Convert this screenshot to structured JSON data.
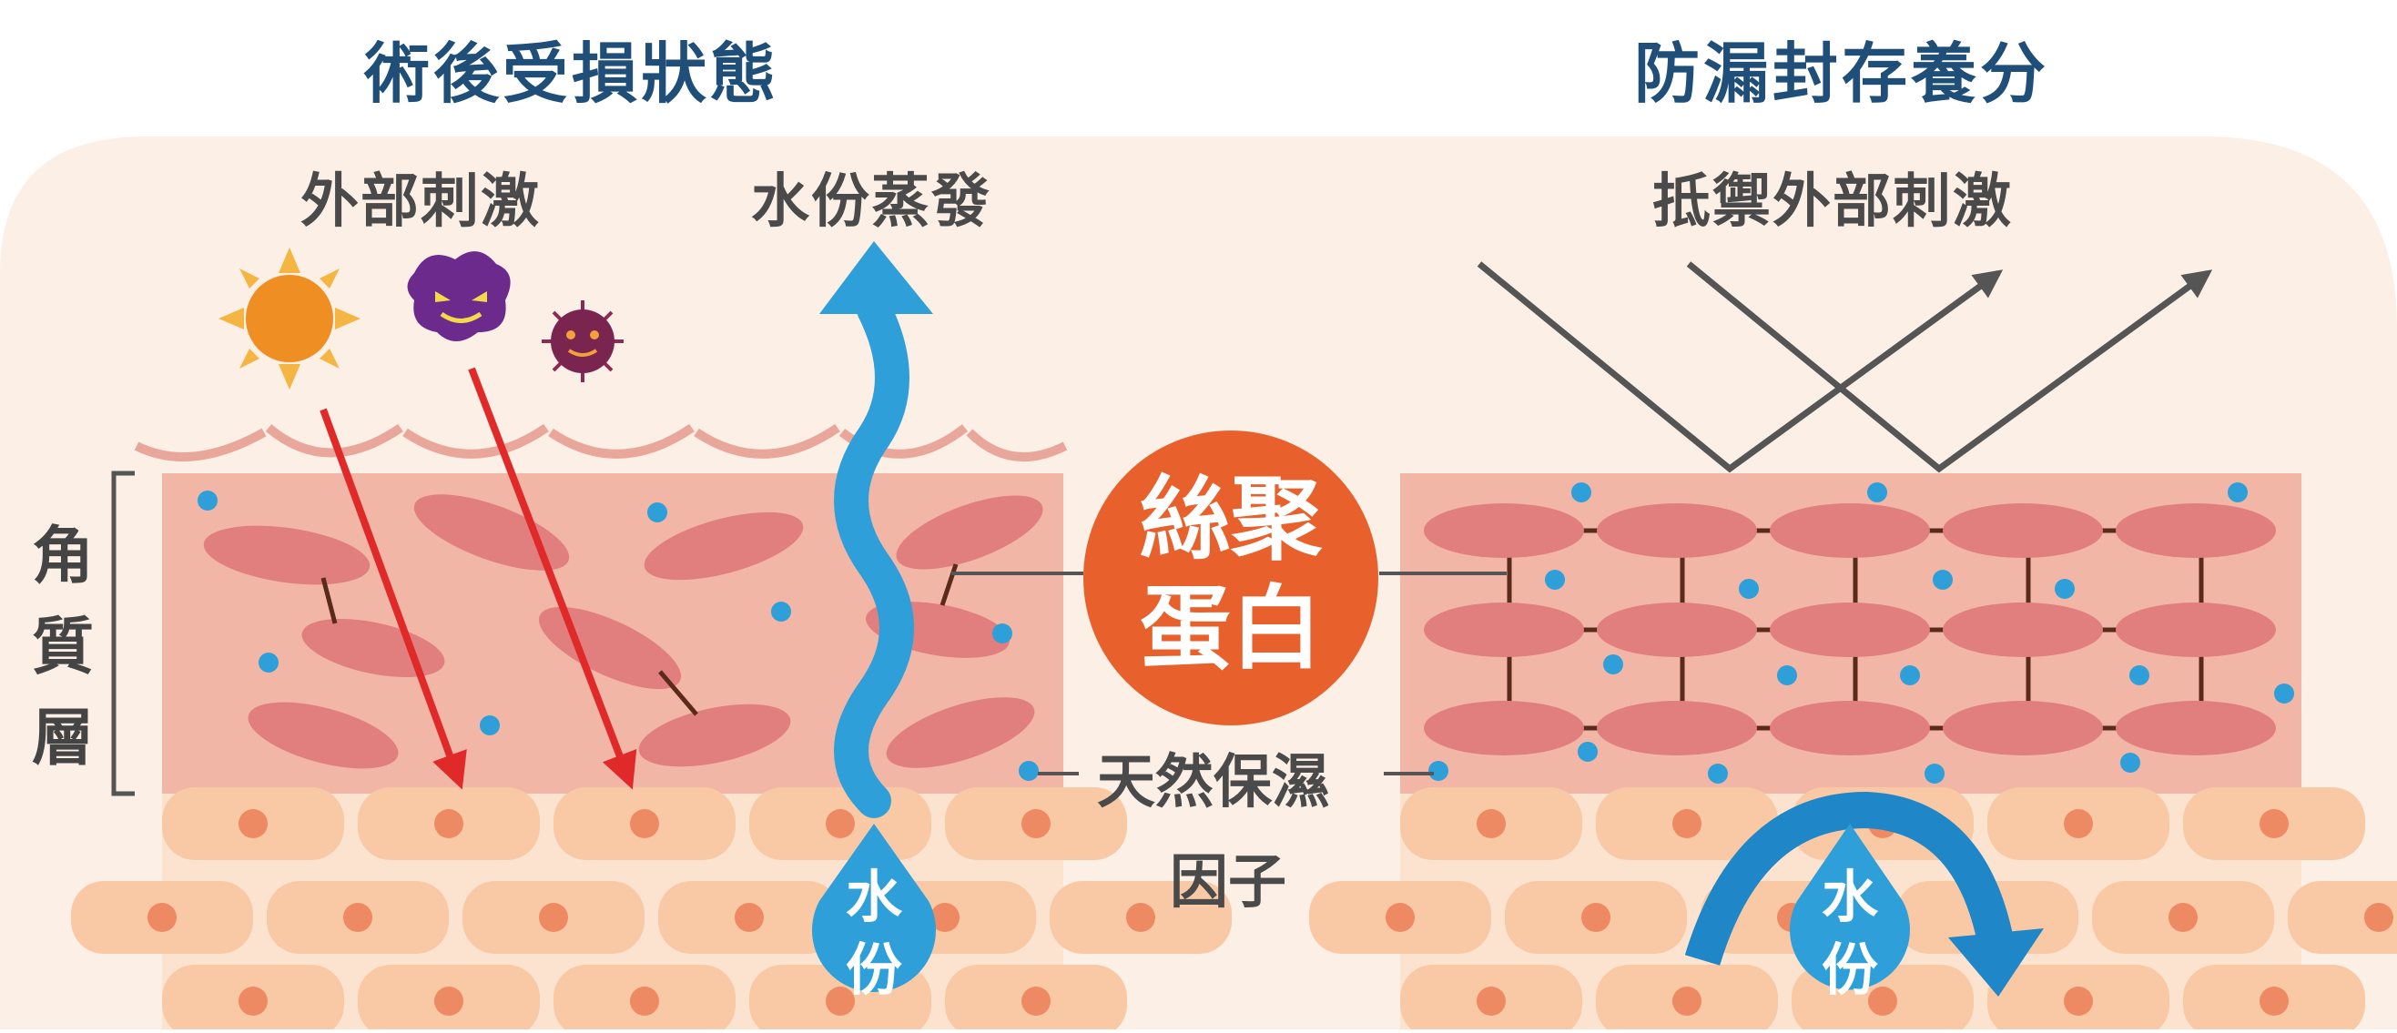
{
  "left_title": "術後受損狀態",
  "right_title": "防漏封存養分",
  "labels": {
    "external_stimuli": "外部刺激",
    "water_evaporation": "水份蒸發",
    "resist_external_stimuli": "抵禦外部刺激",
    "stratum_corneum": [
      "角",
      "質",
      "層"
    ],
    "silk_protein": [
      "絲聚",
      "蛋白"
    ],
    "nmf_line1": "天然保濕",
    "nmf_line2": "因子",
    "water_left": [
      "水",
      "份"
    ],
    "water_right": [
      "水",
      "份"
    ]
  },
  "icons": [
    "sun-icon",
    "purple-germ-icon",
    "virus-icon",
    "water-drop-icon"
  ],
  "colors": {
    "title": "#1f4e79",
    "background": "#fcefe5",
    "stratum_layer": "#f2b6a6",
    "cell_ellipse": "#e07f7e",
    "lower_cells": "#f8c9a4",
    "nucleus": "#ee8a63",
    "water": "#2e9fd8",
    "arrow_red": "#e02a2a",
    "badge": "#e8612c",
    "reflect_arrow": "#555555",
    "bond": "#5a2a1a"
  }
}
